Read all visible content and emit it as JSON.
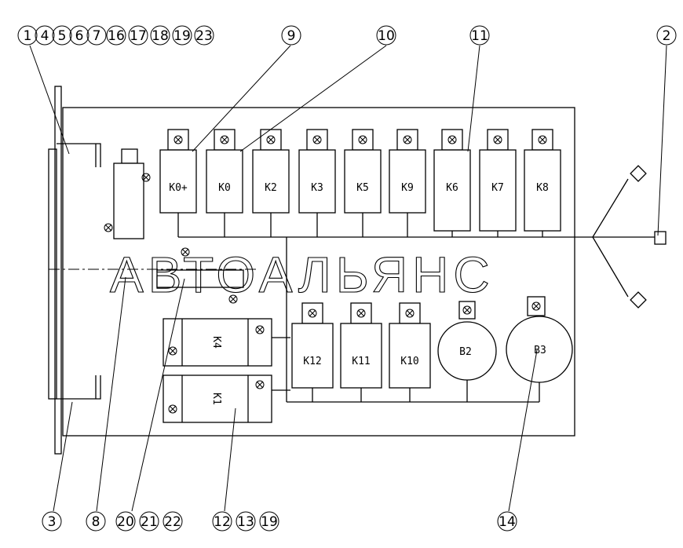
{
  "diagram": {
    "watermark": "АВТОАЛЬЯНС",
    "relays_top": [
      "K0+",
      "K0",
      "K2",
      "K3",
      "K5",
      "K9",
      "K6",
      "K7",
      "K8"
    ],
    "relays_bottom": [
      "K12",
      "K11",
      "K10"
    ],
    "buzzers": [
      "B2",
      "B3"
    ],
    "side_relays": [
      "K4",
      "K1"
    ],
    "callouts": {
      "top_group": [
        "1",
        "4",
        "5",
        "6",
        "7",
        "16",
        "17",
        "18",
        "19",
        "23"
      ],
      "c9": "9",
      "c10": "10",
      "c11": "11",
      "c2": "2",
      "c3": "3",
      "c8": "8",
      "c20_22": [
        "20",
        "21",
        "22"
      ],
      "c12_19": [
        "12",
        "13",
        "19"
      ],
      "c14": "14"
    }
  }
}
